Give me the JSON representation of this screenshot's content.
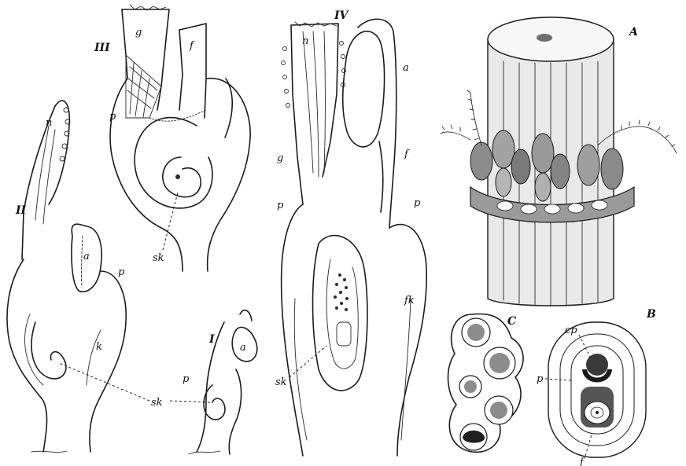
{
  "figures": {
    "I": {
      "numeral": "I",
      "labels": {
        "a": "a",
        "p": "p"
      }
    },
    "II": {
      "numeral": "II",
      "labels": {
        "n": "n",
        "a": "a",
        "p": "p",
        "k": "k"
      }
    },
    "III": {
      "numeral": "III",
      "labels": {
        "g": "g",
        "f": "f",
        "p": "p",
        "sk": "sk"
      }
    },
    "IV": {
      "numeral": "IV",
      "labels": {
        "n": "n",
        "a": "a",
        "g": "g",
        "f": "f",
        "p_left": "p",
        "p_right": "p",
        "fk": "fk",
        "sk": "sk"
      }
    },
    "shared": {
      "sk": "sk"
    },
    "A": {
      "letter": "A"
    },
    "B": {
      "letter": "B",
      "labels": {
        "cp": "cp",
        "p": "p",
        "f": "f"
      }
    },
    "C": {
      "letter": "C"
    }
  }
}
